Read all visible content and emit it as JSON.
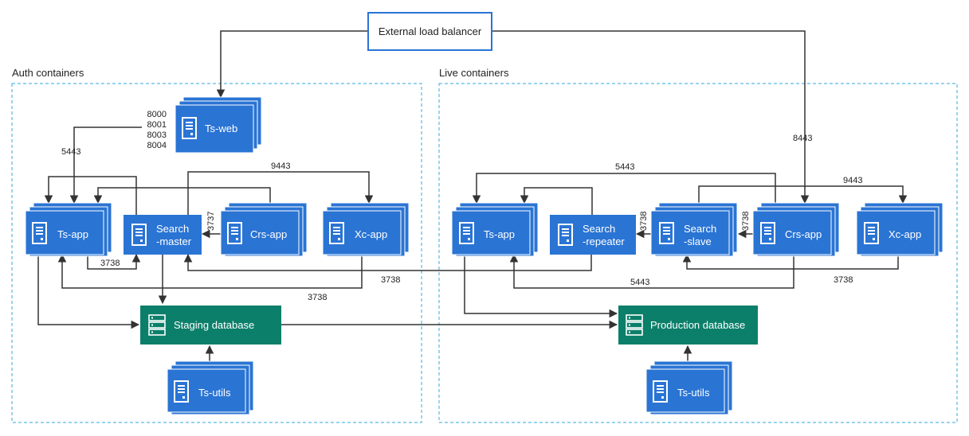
{
  "colors": {
    "server": "#2a74d4",
    "database": "#0b7f6a",
    "lb_border": "#2a74d4",
    "container_border": "#5ab6e6",
    "line": "#333333"
  },
  "icons": {
    "server": "server-icon",
    "database": "database-icon"
  },
  "load_balancer": {
    "label": "External load balancer"
  },
  "groups": {
    "auth": {
      "label": "Auth containers"
    },
    "live": {
      "label": "Live containers"
    }
  },
  "nodes": {
    "ts_web": "Ts-web",
    "auth_ts_app": "Ts-app",
    "search_master_1": "Search",
    "search_master_2": "-master",
    "auth_crs_app": "Crs-app",
    "auth_xc_app": "Xc-app",
    "staging_db": "Staging database",
    "auth_ts_utils": "Ts-utils",
    "live_ts_app": "Ts-app",
    "search_repeater_1": "Search",
    "search_repeater_2": "-repeater",
    "search_slave_1": "Search",
    "search_slave_2": "-slave",
    "live_crs_app": "Crs-app",
    "live_xc_app": "Xc-app",
    "production_db": "Production database",
    "live_ts_utils": "Ts-utils"
  },
  "ports": {
    "tsweb_8000": "8000",
    "tsweb_8001": "8001",
    "tsweb_8003": "8003",
    "tsweb_8004": "8004",
    "auth_5443": "5443",
    "auth_9443": "9443",
    "auth_3737": "3737",
    "auth_3738_a": "3738",
    "auth_3738_b": "3738",
    "auth_3738_c": "3738",
    "lb_8443": "8443",
    "live_5443_top": "5443",
    "live_9443": "9443",
    "live_3738_a": "3738",
    "live_3738_b": "3738",
    "live_5443_bottom": "5443",
    "live_3738_c": "3738"
  }
}
